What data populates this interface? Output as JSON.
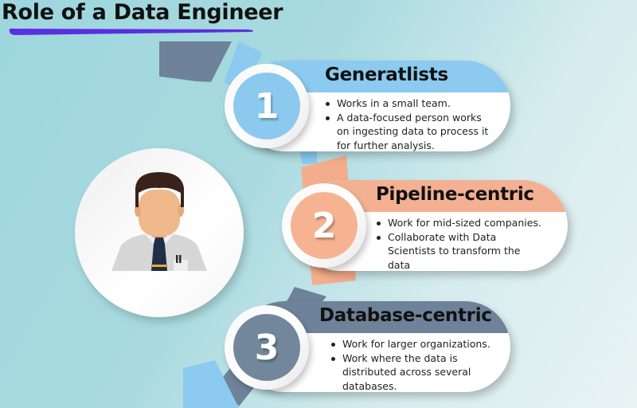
{
  "title": "Role of a Data Engineer",
  "colors": {
    "underline": "#5b2ee0",
    "generalist": "#8cc9ef",
    "pipeline": "#f6b392",
    "database": "#73879c",
    "background": "#a8dadf"
  },
  "avatar": {
    "icon": "person-in-shirt-and-tie-icon"
  },
  "roles": [
    {
      "number": "1",
      "title": "Generatlists",
      "bullets": [
        "Works in a small team.",
        "A data-focused person works on ingesting data to process it for further analysis."
      ],
      "bullet_lines": [
        [
          "Works in a small team."
        ],
        [
          "A data-focused person works",
          "on ingesting data to process it",
          "for further analysis."
        ]
      ]
    },
    {
      "number": "2",
      "title": "Pipeline-centric",
      "bullets": [
        "Work for mid-sized companies.",
        "Collaborate with Data Scientists to transform the data"
      ],
      "bullet_lines": [
        [
          "Work for mid-sized companies."
        ],
        [
          "Collaborate with Data",
          "Scientists to transform the",
          "data"
        ]
      ]
    },
    {
      "number": "3",
      "title": "Database-centric",
      "bullets": [
        "Work for larger organizations.",
        "Work where the data is distributed across several databases."
      ],
      "bullet_lines": [
        [
          "Work for larger organizations."
        ],
        [
          "Work where the data is",
          "distributed across several",
          "databases."
        ]
      ]
    }
  ]
}
